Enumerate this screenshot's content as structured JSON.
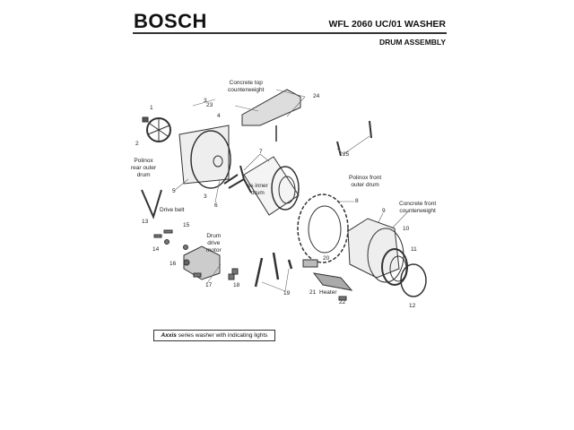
{
  "header": {
    "brand": "BOSCH",
    "model_title": "WFL 2060 UC/01 WASHER",
    "section_title": "DRUM ASSEMBLY"
  },
  "callouts": [
    {
      "id": "c1",
      "text": "1"
    },
    {
      "id": "c2",
      "text": "2"
    },
    {
      "id": "c3a",
      "text": "3"
    },
    {
      "id": "c4",
      "text": "4"
    },
    {
      "id": "c-rear-drum",
      "text": "Polinox\nrear outer\ndrum"
    },
    {
      "id": "c5",
      "text": "5"
    },
    {
      "id": "c3b",
      "text": "3"
    },
    {
      "id": "c6",
      "text": "6"
    },
    {
      "id": "c7",
      "text": "7"
    },
    {
      "id": "c-inner-drum",
      "text": "ss inner\ndrum"
    },
    {
      "id": "c13",
      "text": "13"
    },
    {
      "id": "c-drive-belt",
      "text": "Drive belt"
    },
    {
      "id": "c-top-cw",
      "text": "Concrete top\ncounterweight"
    },
    {
      "id": "c23",
      "text": "23"
    },
    {
      "id": "c24",
      "text": "24"
    },
    {
      "id": "c25",
      "text": "25"
    },
    {
      "id": "c-front-drum",
      "text": "Polinox front\nouter drum"
    },
    {
      "id": "c8",
      "text": "8"
    },
    {
      "id": "c9",
      "text": "9"
    },
    {
      "id": "c-front-cw",
      "text": "Concrete front\ncounterweight"
    },
    {
      "id": "c10",
      "text": "10"
    },
    {
      "id": "c11",
      "text": "11"
    },
    {
      "id": "c12",
      "text": "12"
    },
    {
      "id": "c14",
      "text": "14"
    },
    {
      "id": "c15",
      "text": "15"
    },
    {
      "id": "c16",
      "text": "16"
    },
    {
      "id": "c-motor",
      "text": "Drum\ndrive\nmotor"
    },
    {
      "id": "c17",
      "text": "17"
    },
    {
      "id": "c18",
      "text": "18"
    },
    {
      "id": "c19",
      "text": "19"
    },
    {
      "id": "c20",
      "text": "20"
    },
    {
      "id": "c21",
      "text": "21"
    },
    {
      "id": "c-heater",
      "text": "Heater"
    },
    {
      "id": "c22",
      "text": "22"
    }
  ],
  "note": {
    "emphasis": "Axxis",
    "text": " series washer with indicating lights"
  }
}
